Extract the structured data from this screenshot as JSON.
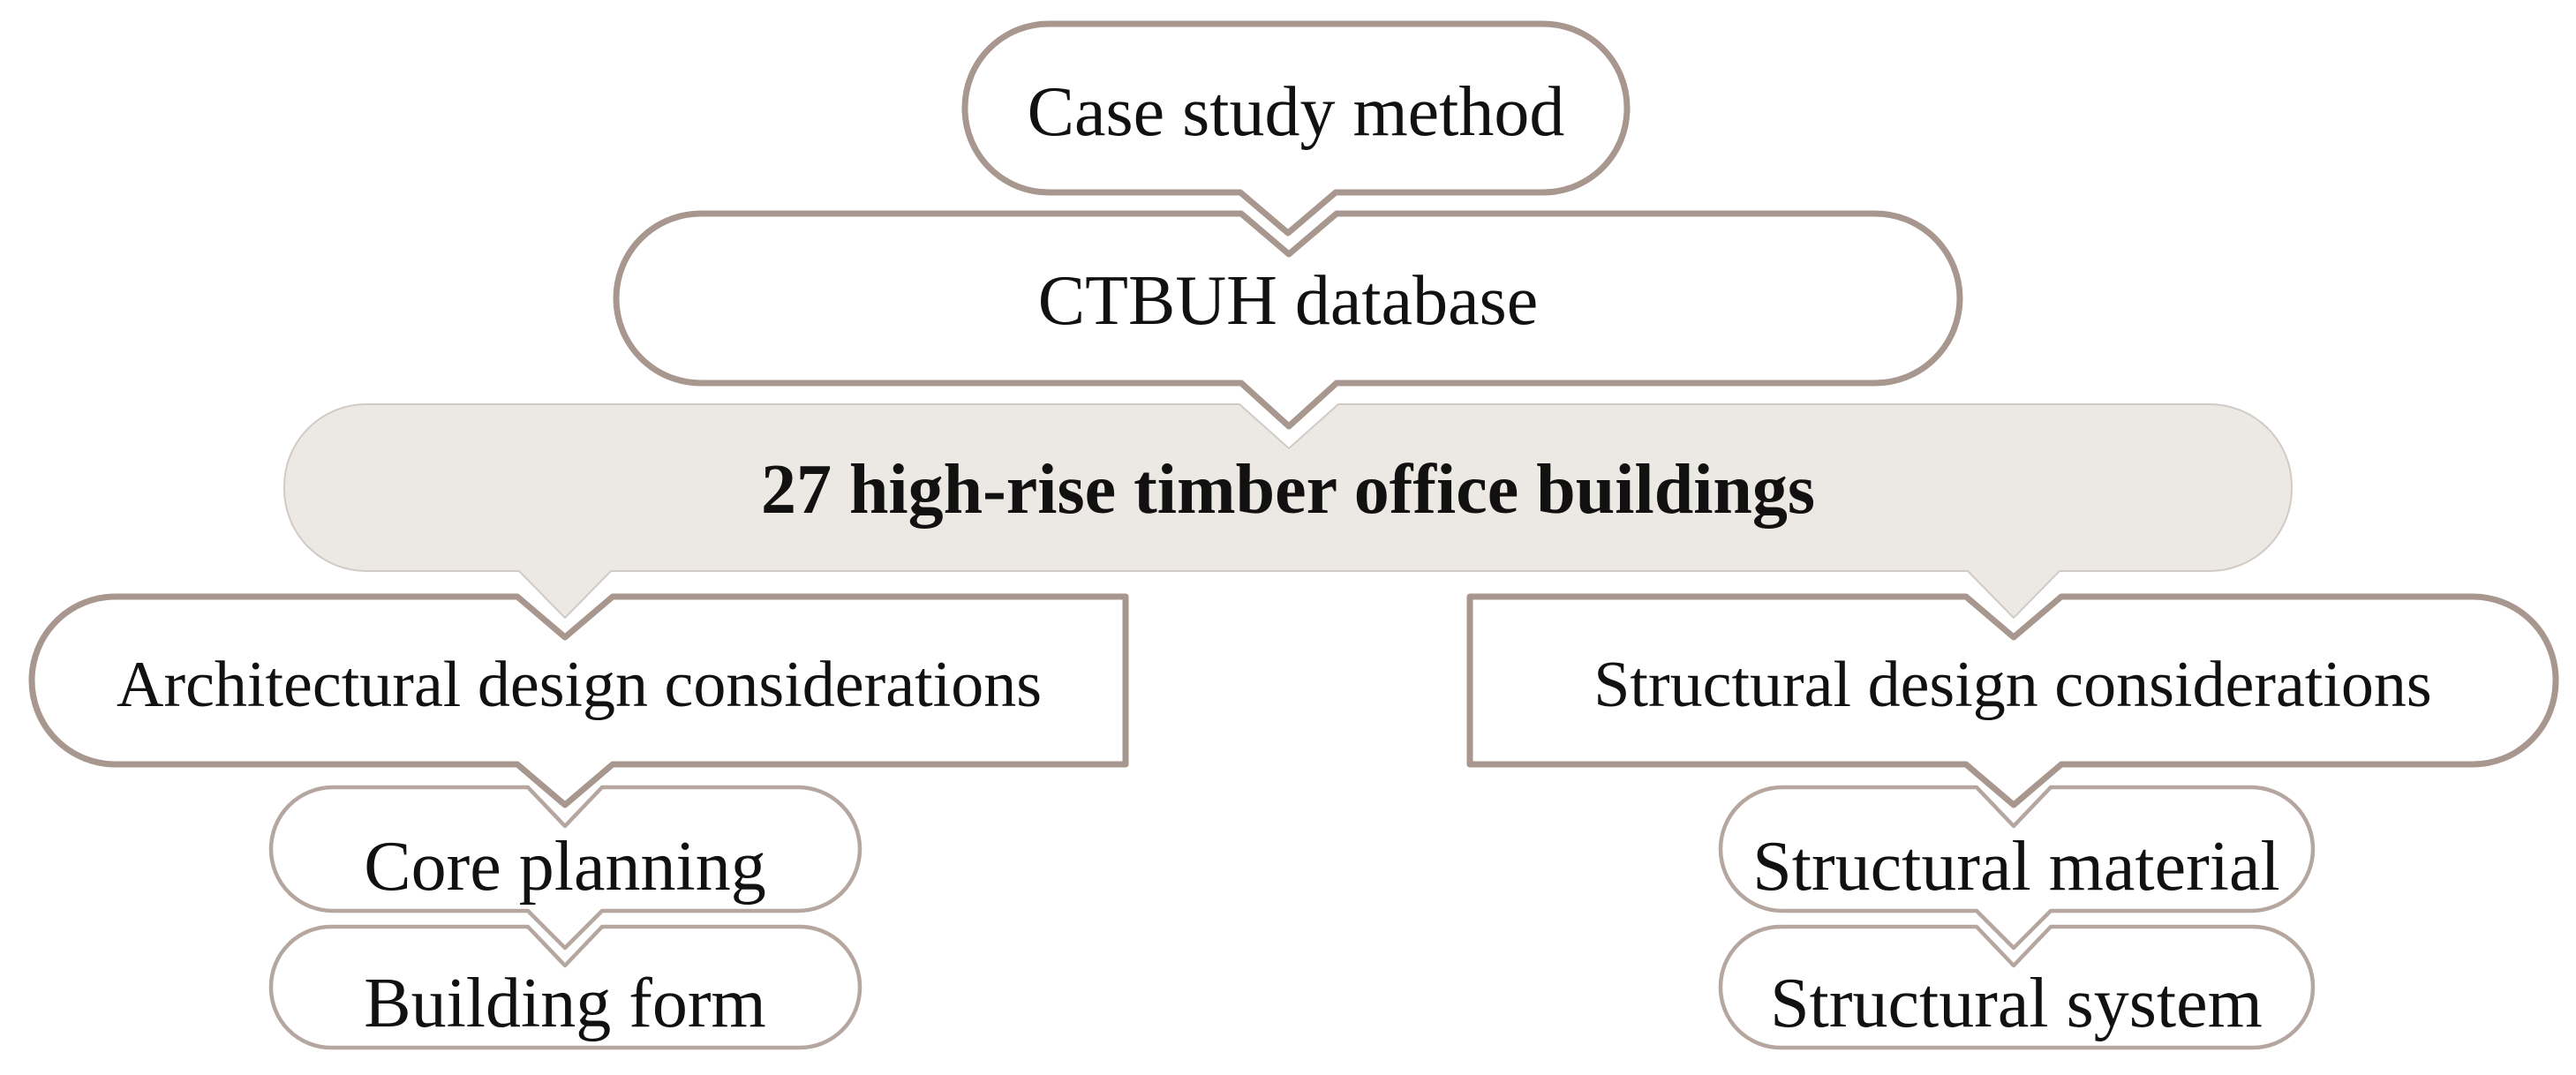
{
  "diagram": {
    "type": "flowchart",
    "background": "#ffffff",
    "colors": {
      "box_border": "#a8978e",
      "box_border_light": "#b5a79f",
      "highlight_fill": "#ece8e4",
      "highlight_edge": "#d2cbc5",
      "text": "#111111"
    },
    "nodes": [
      {
        "id": "case-study-method",
        "label": "Case study method",
        "style": "outlined"
      },
      {
        "id": "ctbuh-database",
        "label": "CTBUH database",
        "style": "outlined"
      },
      {
        "id": "timber-buildings",
        "label": "27 high-rise timber office buildings",
        "style": "filled-bold"
      },
      {
        "id": "architectural",
        "label": "Architectural design considerations",
        "style": "outlined"
      },
      {
        "id": "structural",
        "label": "Structural design considerations",
        "style": "outlined"
      },
      {
        "id": "core-planning",
        "label": "Core planning",
        "style": "outlined-light"
      },
      {
        "id": "building-form",
        "label": "Building form",
        "style": "outlined-light"
      },
      {
        "id": "structural-material",
        "label": "Structural material",
        "style": "outlined-light"
      },
      {
        "id": "structural-system",
        "label": "Structural system",
        "style": "outlined-light"
      }
    ],
    "edges": [
      {
        "from": "Case study method",
        "to": "CTBUH database"
      },
      {
        "from": "CTBUH database",
        "to": "27 high-rise timber office buildings"
      },
      {
        "from": "27 high-rise timber office buildings",
        "to": "Architectural design considerations"
      },
      {
        "from": "27 high-rise timber office buildings",
        "to": "Structural design considerations"
      },
      {
        "from": "Architectural design considerations",
        "to": "Core planning"
      },
      {
        "from": "Core planning",
        "to": "Building form"
      },
      {
        "from": "Structural design considerations",
        "to": "Structural material"
      },
      {
        "from": "Structural material",
        "to": "Structural system"
      }
    ]
  }
}
